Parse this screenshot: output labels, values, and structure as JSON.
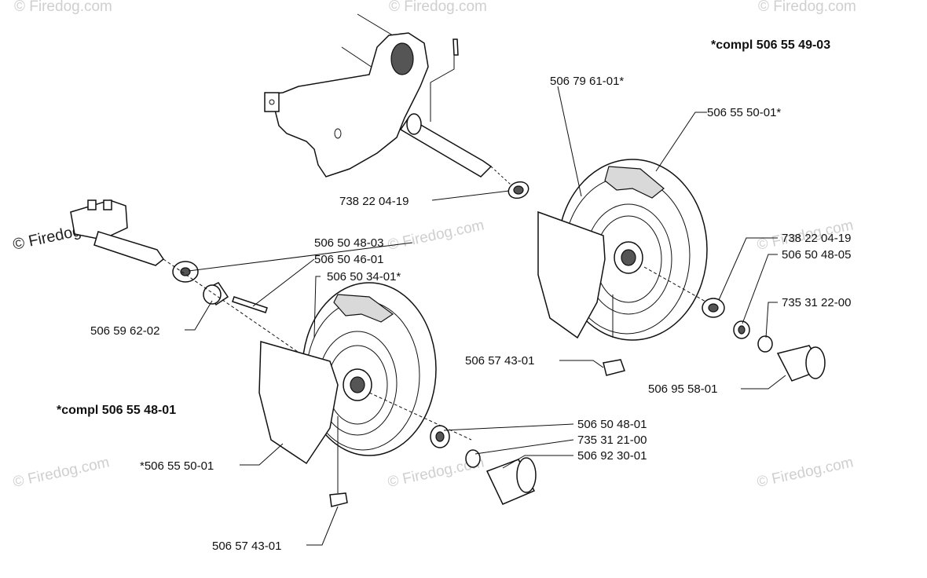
{
  "watermark": {
    "text": "© Firedog.com"
  },
  "assemblies": {
    "right": "*compl 506 55 49-03",
    "left": "*compl 506 55 48-01"
  },
  "callouts": [
    {
      "id": "c1",
      "text": "506 79 61-01*"
    },
    {
      "id": "c2",
      "text": "506 55 50-01*"
    },
    {
      "id": "c3",
      "text": "738 22 04-19"
    },
    {
      "id": "c4",
      "text": "506 50 48-03"
    },
    {
      "id": "c5",
      "text": "506 50 46-01"
    },
    {
      "id": "c6",
      "text": "506 50 34-01*"
    },
    {
      "id": "c7",
      "text": "506 59 62-02"
    },
    {
      "id": "c8",
      "text": "738 22 04-19"
    },
    {
      "id": "c9",
      "text": "506 50 48-05"
    },
    {
      "id": "c10",
      "text": "735 31 22-00"
    },
    {
      "id": "c11",
      "text": "506 57 43-01"
    },
    {
      "id": "c12",
      "text": "506 95 58-01"
    },
    {
      "id": "c13",
      "text": "506 50 48-01"
    },
    {
      "id": "c14",
      "text": "735 31 21-00"
    },
    {
      "id": "c15",
      "text": "506 92 30-01"
    },
    {
      "id": "c16",
      "text": "*506 55 50-01"
    },
    {
      "id": "c17",
      "text": "506 57 43-01"
    }
  ]
}
